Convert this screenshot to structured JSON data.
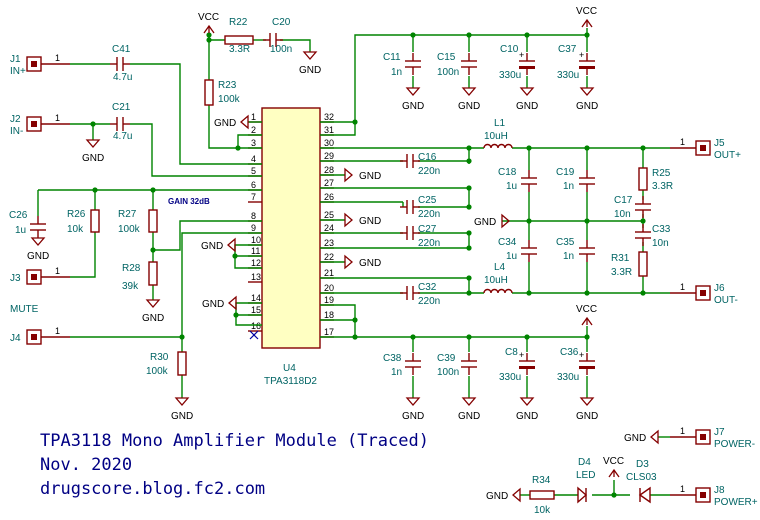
{
  "title": {
    "line1": "TPA3118 Mono Amplifier Module (Traced)",
    "line2": "Nov. 2020",
    "line3": "drugscore.blog.fc2.com"
  },
  "ic": {
    "ref": "U4",
    "value": "TPA3118D2",
    "pins_left": [
      "1",
      "2",
      "3",
      "4",
      "5",
      "6",
      "7",
      "8",
      "9",
      "10",
      "11",
      "12",
      "13",
      "14",
      "15",
      "16"
    ],
    "pins_right": [
      "32",
      "31",
      "30",
      "29",
      "28",
      "27",
      "26",
      "25",
      "24",
      "23",
      "22",
      "21",
      "20",
      "19",
      "18",
      "17"
    ]
  },
  "note_gain": "GAIN 32dB",
  "power": {
    "vcc": "VCC",
    "gnd": "GND"
  },
  "connectors": {
    "J1": {
      "ref": "J1",
      "label": "IN+",
      "pin": "1"
    },
    "J2": {
      "ref": "J2",
      "label": "IN-",
      "pin": "1"
    },
    "J3": {
      "ref": "J3",
      "label": "MUTE",
      "pin": "1"
    },
    "J4": {
      "ref": "J4",
      "pin": "1"
    },
    "J5": {
      "ref": "J5",
      "label": "OUT+",
      "pin": "1"
    },
    "J6": {
      "ref": "J6",
      "label": "OUT-",
      "pin": "1"
    },
    "J7": {
      "ref": "J7",
      "label": "POWER-",
      "pin": "1"
    },
    "J8": {
      "ref": "J8",
      "label": "POWER+",
      "pin": "1"
    }
  },
  "components": {
    "C41": {
      "ref": "C41",
      "value": "4.7u"
    },
    "C21": {
      "ref": "C21",
      "value": "4.7u"
    },
    "R22": {
      "ref": "R22",
      "value": "3.3R"
    },
    "C20": {
      "ref": "C20",
      "value": "100n"
    },
    "R23": {
      "ref": "R23",
      "value": "100k"
    },
    "C26": {
      "ref": "C26",
      "value": "1u"
    },
    "R26": {
      "ref": "R26",
      "value": "10k"
    },
    "R27": {
      "ref": "R27",
      "value": "100k"
    },
    "R28": {
      "ref": "R28",
      "value": "39k"
    },
    "R30": {
      "ref": "R30",
      "value": "100k"
    },
    "C11": {
      "ref": "C11",
      "value": "1n"
    },
    "C15": {
      "ref": "C15",
      "value": "100n"
    },
    "C10": {
      "ref": "C10",
      "value": "330u"
    },
    "C37": {
      "ref": "C37",
      "value": "330u"
    },
    "C16": {
      "ref": "C16",
      "value": "220n"
    },
    "C25": {
      "ref": "C25",
      "value": "220n"
    },
    "C27": {
      "ref": "C27",
      "value": "220n"
    },
    "C32": {
      "ref": "C32",
      "value": "220n"
    },
    "L1": {
      "ref": "L1",
      "value": "10uH"
    },
    "L4": {
      "ref": "L4",
      "value": "10uH"
    },
    "C18": {
      "ref": "C18",
      "value": "1u"
    },
    "C19": {
      "ref": "C19",
      "value": "1n"
    },
    "C34": {
      "ref": "C34",
      "value": "1u"
    },
    "C35": {
      "ref": "C35",
      "value": "1n"
    },
    "R25": {
      "ref": "R25",
      "value": "3.3R"
    },
    "C17": {
      "ref": "C17",
      "value": "10n"
    },
    "C33": {
      "ref": "C33",
      "value": "10n"
    },
    "R31": {
      "ref": "R31",
      "value": "3.3R"
    },
    "C38": {
      "ref": "C38",
      "value": "1n"
    },
    "C39": {
      "ref": "C39",
      "value": "100n"
    },
    "C8": {
      "ref": "C8",
      "value": "330u"
    },
    "C36": {
      "ref": "C36",
      "value": "330u"
    },
    "R34": {
      "ref": "R34",
      "value": "10k"
    },
    "D4": {
      "ref": "D4",
      "value": "LED"
    },
    "D3": {
      "ref": "D3",
      "value": "CLS03"
    }
  }
}
